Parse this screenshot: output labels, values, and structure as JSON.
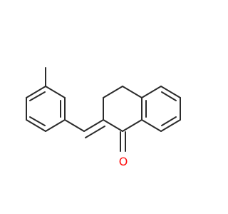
{
  "molecule": {
    "atoms": [
      {
        "id": "O1",
        "element": "O",
        "label": "O",
        "color": "#ff0d0d"
      }
    ]
  },
  "colors": {
    "bond": "#2b2b2b",
    "oxygen": "#ff0d0d",
    "background": "#ffffff"
  }
}
